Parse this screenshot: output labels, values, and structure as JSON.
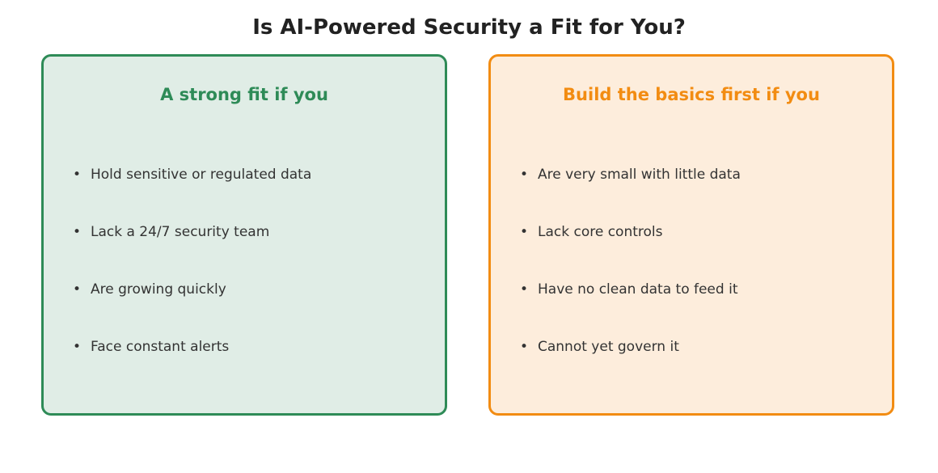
{
  "title": "Is AI-Powered Security a Fit for You?",
  "colors": {
    "fit_accent": "#2e8b57",
    "fit_background": "#e0ede6",
    "basics_accent": "#f28c12",
    "basics_background": "#fdeddc",
    "text": "#333333",
    "title_text": "#222222"
  },
  "cards": [
    {
      "heading": "A strong fit if you",
      "items": [
        "Hold sensitive or regulated data",
        "Lack a 24/7 security team",
        "Are growing quickly",
        "Face constant alerts"
      ]
    },
    {
      "heading": "Build the basics first if you",
      "items": [
        "Are very small with little data",
        "Lack core controls",
        "Have no clean data to feed it",
        "Cannot yet govern it"
      ]
    }
  ],
  "bullet_symbol": "•"
}
